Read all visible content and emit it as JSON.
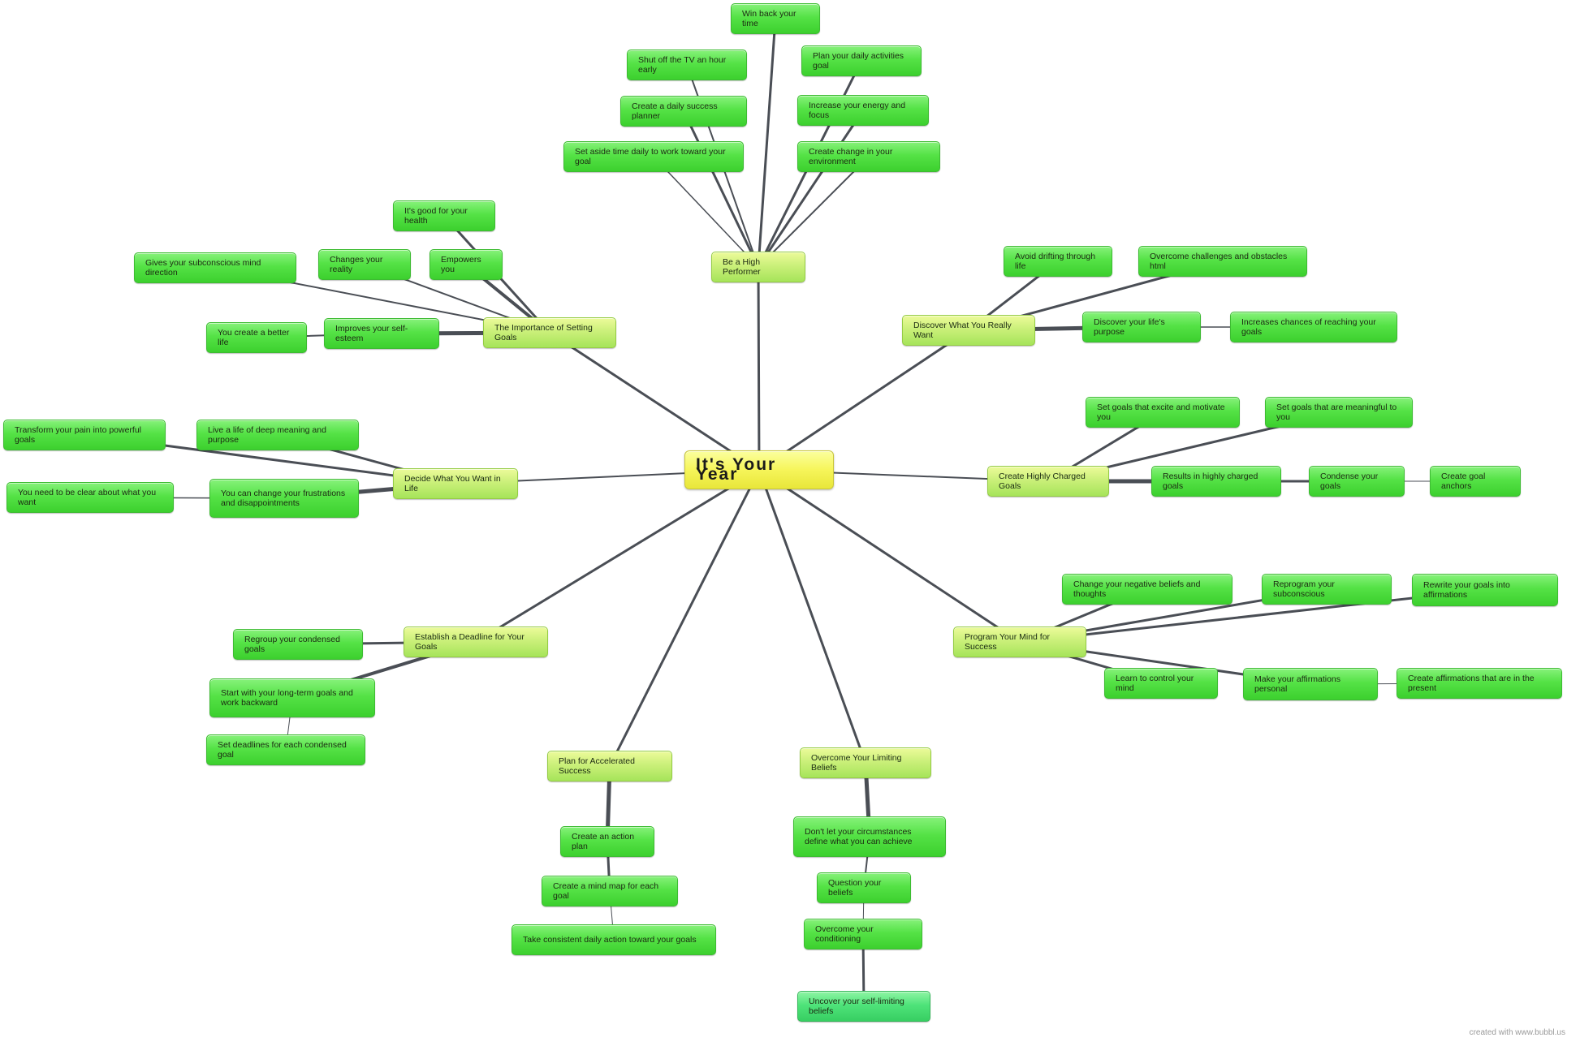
{
  "root": {
    "label": "It's Your Year"
  },
  "branches": {
    "high_performer": {
      "label": "Be a High Performer",
      "children": {
        "win_back": "Win back your time",
        "shut_tv": "Shut off the TV an hour early",
        "plan_daily": "Plan your daily activities goal",
        "success_planner": "Create a daily success planner",
        "energy": "Increase your energy and focus",
        "set_aside": "Set aside time daily to work toward your goal",
        "environment": "Create change in your environment"
      }
    },
    "importance": {
      "label": "The Importance of Setting Goals",
      "children": {
        "health": "It's good for your health",
        "subconscious": "Gives your subconscious mind direction",
        "reality": "Changes your reality",
        "empowers": "Empowers you",
        "better_life": "You create a better life",
        "self_esteem": "Improves your self-esteem"
      }
    },
    "discover": {
      "label": "Discover What You Really Want",
      "children": {
        "drifting": "Avoid drifting through life",
        "obstacles": "Overcome challenges and obstacles html",
        "purpose": "Discover your life's purpose",
        "chances": "Increases chances of reaching your goals"
      }
    },
    "charged": {
      "label": "Create Highly Charged Goals",
      "children": {
        "excite": "Set goals that excite and motivate you",
        "meaningful": "Set goals that are meaningful to you",
        "results": "Results in highly charged goals",
        "condense": "Condense your goals",
        "anchors": "Create goal anchors"
      }
    },
    "decide": {
      "label": "Decide What You Want in Life",
      "children": {
        "pain": "Transform your pain into powerful goals",
        "meaning": "Live a life of deep meaning and purpose",
        "clear": "You need to be clear about what you want",
        "frustrations": "You can change your frustrations and disappointments"
      }
    },
    "program": {
      "label": "Program Your Mind for Success",
      "children": {
        "negative": "Change your negative beliefs and thoughts",
        "reprogram": "Reprogram your subconscious",
        "rewrite": "Rewrite your goals into affirmations",
        "control": "Learn to control your mind",
        "personal": "Make your affirmations personal",
        "present": "Create affirmations that are in the present"
      }
    },
    "deadline": {
      "label": "Establish a Deadline for Your Goals",
      "children": {
        "regroup": "Regroup your condensed goals",
        "backward": "Start with your long-term goals and work backward",
        "deadlines": "Set deadlines for each condensed goal"
      }
    },
    "plan": {
      "label": "Plan for Accelerated Success",
      "children": {
        "action_plan": "Create an action plan",
        "mind_map": "Create a mind map for each goal",
        "consistent": "Take consistent daily action toward your goals"
      }
    },
    "limiting": {
      "label": "Overcome Your Limiting Beliefs",
      "children": {
        "circumstances": "Don't let your circumstances define what you can achieve",
        "question": "Question your beliefs",
        "conditioning": "Overcome your conditioning",
        "uncover": "Uncover your self-limiting beliefs"
      }
    }
  },
  "footer": {
    "credit": "created with www.bubbl.us"
  },
  "colors": {
    "edge": "#4a4e55",
    "root_fill": "#f6f55a",
    "branch_fill": "#cbf07a",
    "leaf_fill": "#55e246",
    "teal_fill": "#4fe37a"
  }
}
